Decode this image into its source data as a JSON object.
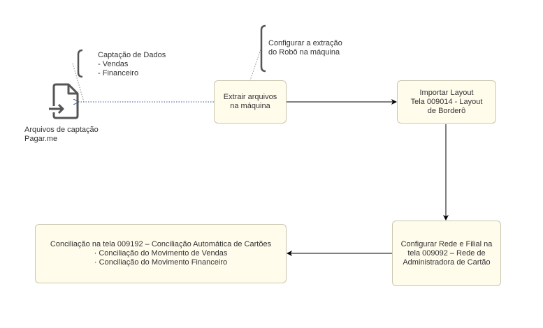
{
  "nodes": {
    "extrair": {
      "lines": [
        "Extrair arquivos",
        "na máquina"
      ]
    },
    "importar": {
      "lines": [
        "Importar Layout",
        "Tela 009014 - Layout",
        "de Borderô"
      ]
    },
    "configurar_rede": {
      "lines": [
        "Configurar Rede e Filial na",
        "tela 009092 – Rede de",
        "Administradora de Cartão"
      ]
    },
    "conciliacao": {
      "lines": [
        "Conciliação na tela 009192 – Conciliação Automática de Cartões",
        "· Conciliação do Movimento de Vendas",
        "· Conciliação do Movimento Financeiro"
      ]
    }
  },
  "annotations": {
    "captacao": {
      "lines": [
        "Captação de Dados",
        "- Vendas",
        "- Financeiro"
      ]
    },
    "configurar_extracao": {
      "lines": [
        "Configurar a extração",
        "do Robô na máquina"
      ]
    }
  },
  "document": {
    "icon": "file-import-icon",
    "label_lines": [
      "Arquivos de captação",
      "Pagar.me"
    ]
  },
  "colors": {
    "node_fill": "#fffcec",
    "node_border": "#c9c6b0",
    "edge": "#000000",
    "dotted_edge": "#3355aa",
    "icon": "#555555",
    "brace": "#555555"
  }
}
